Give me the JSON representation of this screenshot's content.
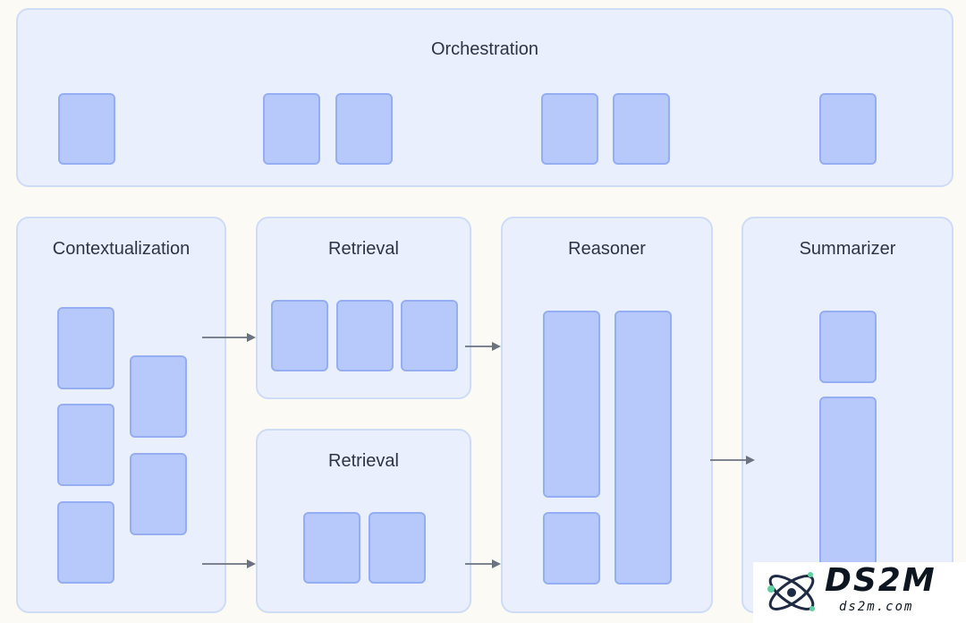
{
  "orchestration": {
    "title": "Orchestration"
  },
  "contextualization": {
    "title": "Contextualization"
  },
  "retrieval_top": {
    "title": "Retrieval"
  },
  "retrieval_bottom": {
    "title": "Retrieval"
  },
  "reasoner": {
    "title": "Reasoner"
  },
  "summarizer": {
    "title": "Summarizer"
  },
  "watermark": {
    "logo_text": "DS2M",
    "url_text": "ds2m.com"
  },
  "colors": {
    "background": "#fbfaf5",
    "panel_fill": "#e9effc",
    "panel_border": "#cfdcf6",
    "block_fill": "#b7c9fb",
    "block_border": "#95adf3",
    "arrow": "#6b7280"
  }
}
